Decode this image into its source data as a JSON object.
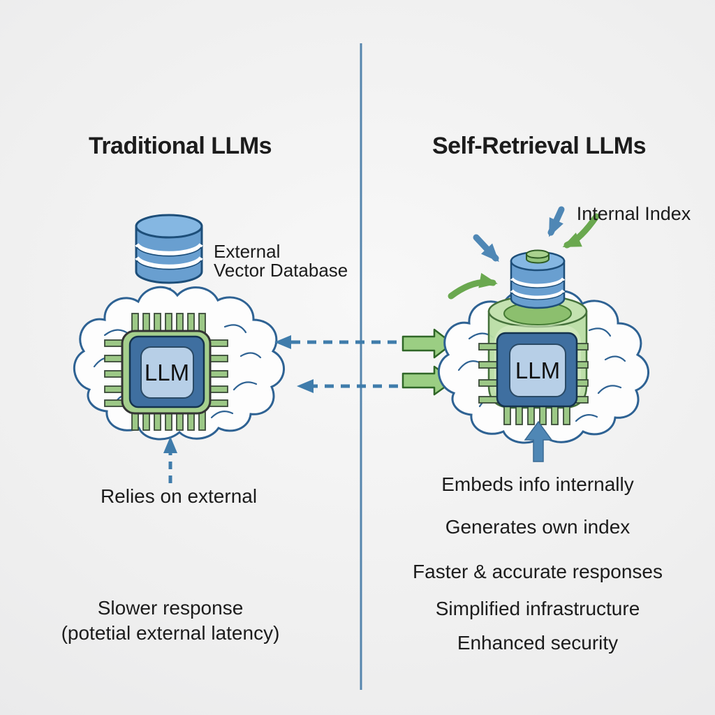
{
  "left": {
    "title": "Traditional LLMs",
    "database_label_line1": "External",
    "database_label_line2": "Vector Database",
    "chip_label": "LLM",
    "note": "Relies on external",
    "bottom_line1": "Slower response",
    "bottom_line2": "(potetial external latency)"
  },
  "right": {
    "title": "Self-Retrieval LLMs",
    "index_label": "Internal Index",
    "chip_label": "LLM",
    "bullets": [
      "Embeds info internally",
      "Generates own index",
      "Faster & accurate responses",
      "Simplified infrastructure",
      "Enhanced security"
    ]
  },
  "icons": {
    "left_database": "database-cylinder-icon",
    "left_brain": "brain-icon",
    "left_chip": "cpu-chip-icon",
    "right_brain": "brain-icon",
    "right_index_cylinder": "internal-index-cylinder-icon",
    "right_chip": "cpu-chip-icon",
    "middle_dashed_arrows": "dashed-left-arrows-icon",
    "middle_green_arrows": "green-right-arrows-icon"
  },
  "colors": {
    "divider": "#5585ad",
    "dashed_arrow": "#3f7cab",
    "solid_blue_arrow": "#4f87b5",
    "green_arrow": "#6aa84f",
    "chip_green": "#a5cf8d",
    "chip_dark_blue": "#3f6fa0",
    "chip_light_blue": "#b7cfe7",
    "database_blue": "#699fd0",
    "text": "#1c1c1c",
    "background": "#ececec"
  }
}
